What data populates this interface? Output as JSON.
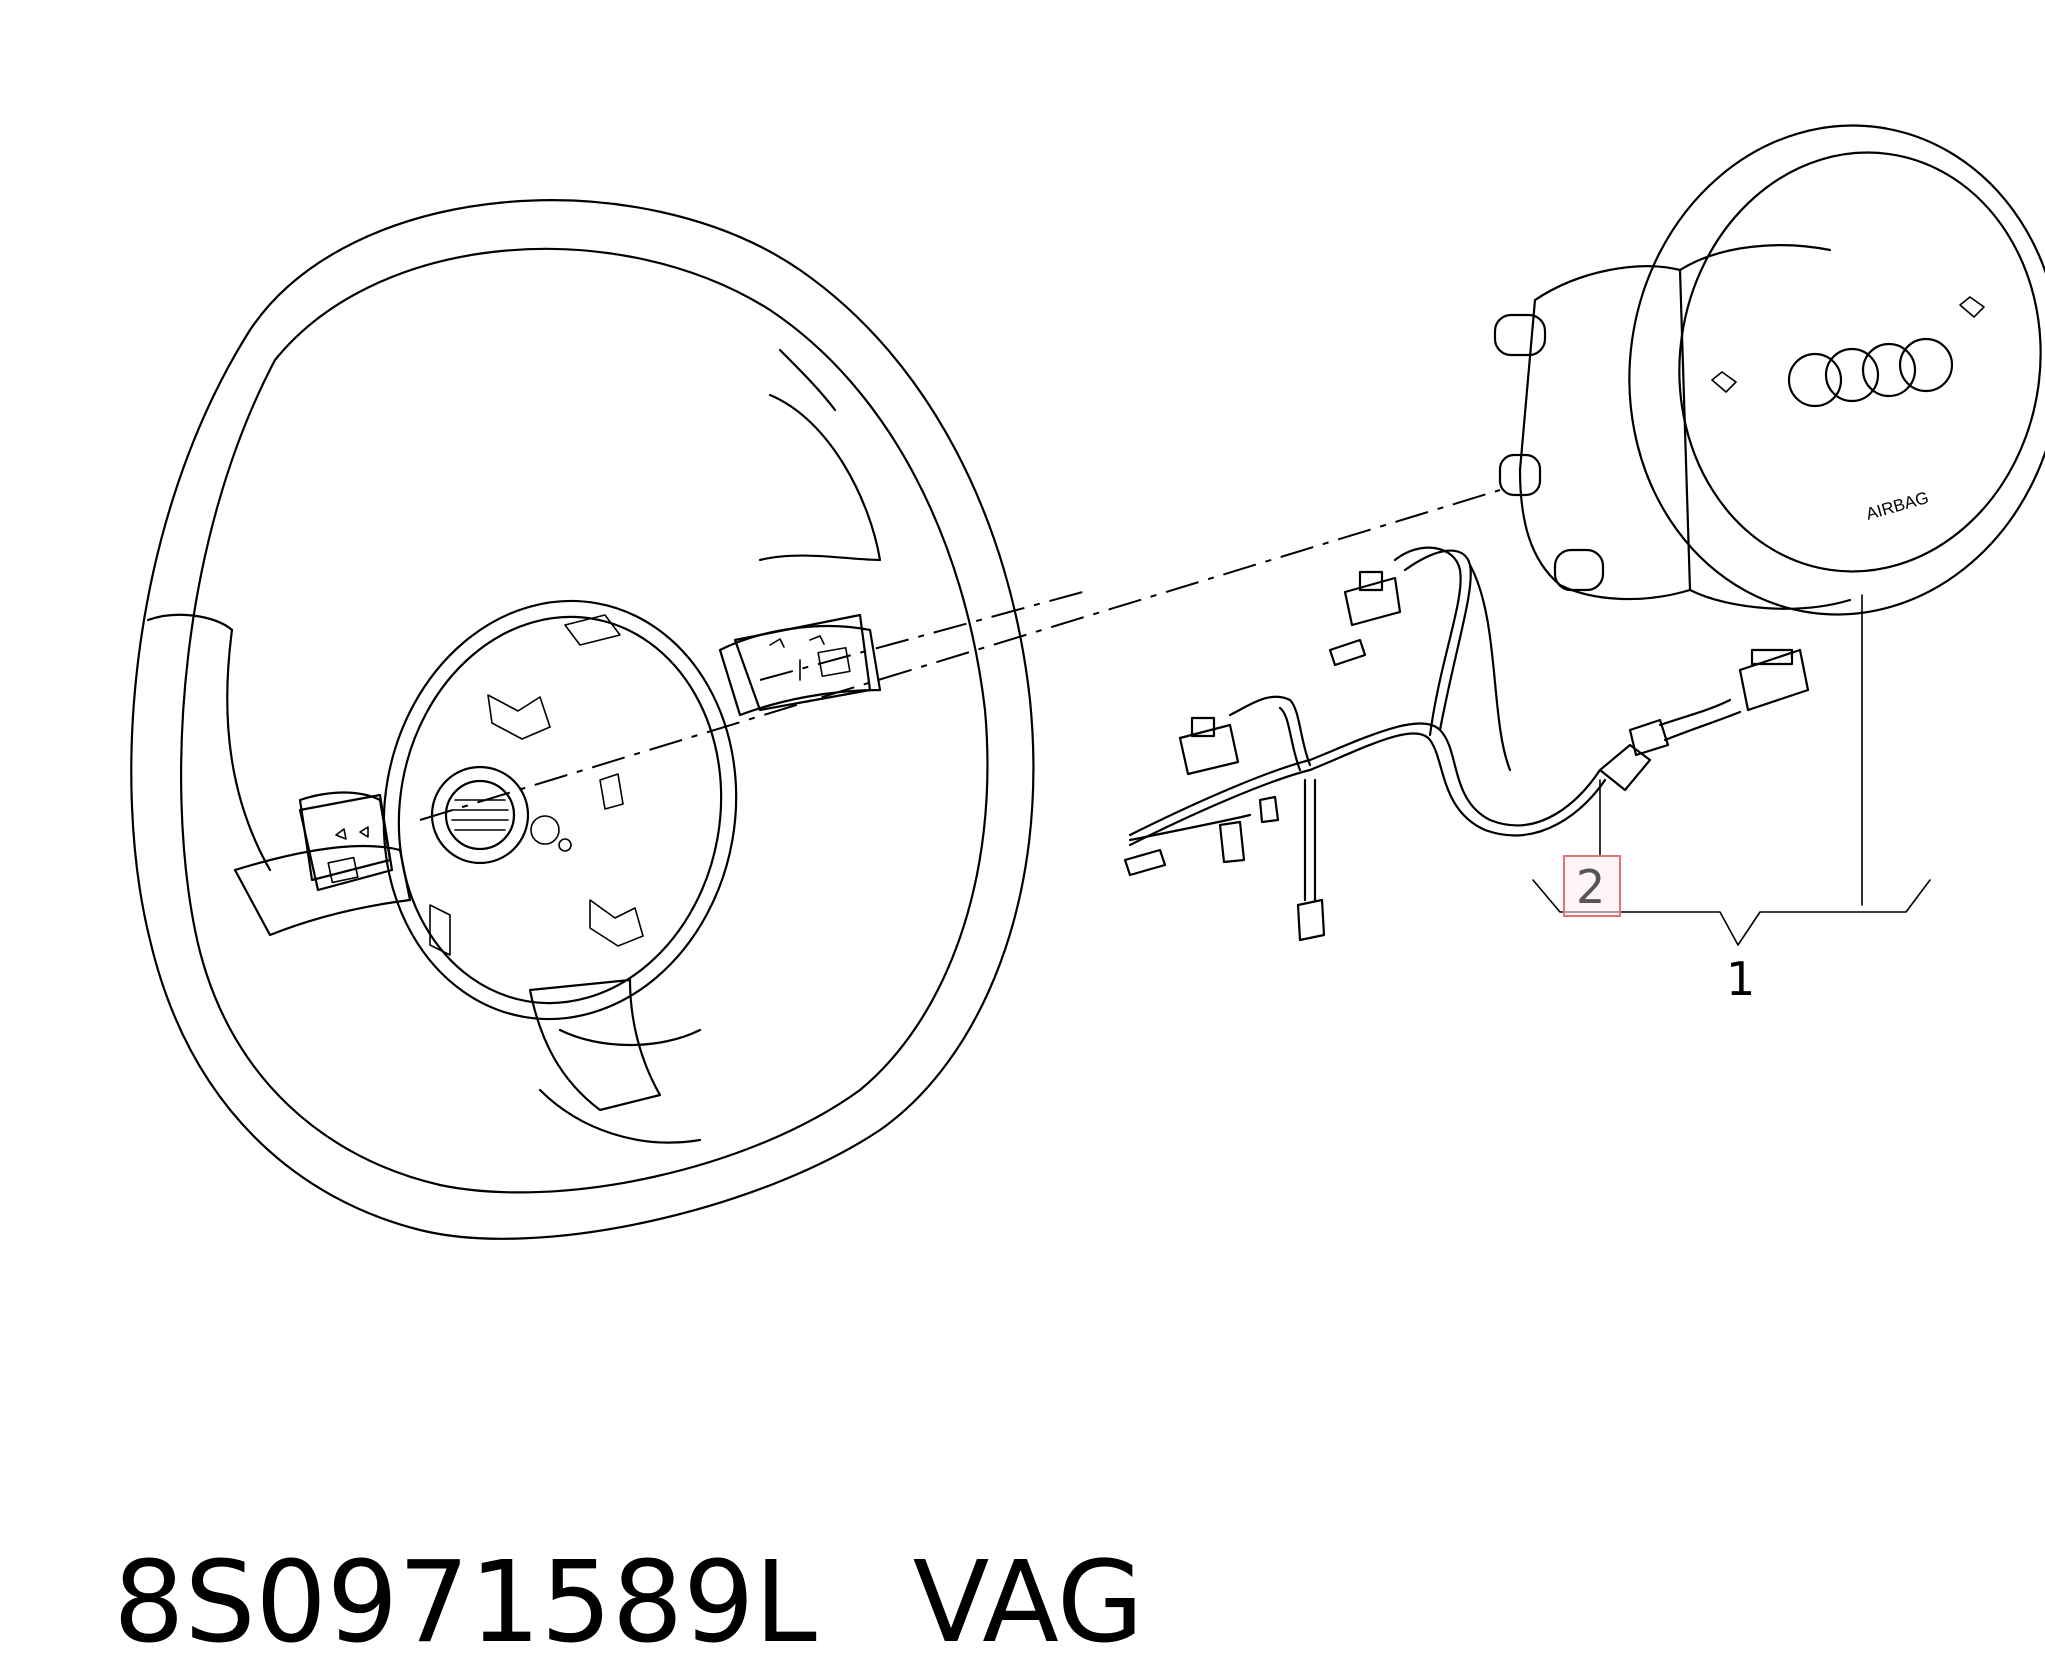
{
  "diagram": {
    "airbag_label": "AIRBAG",
    "callouts": [
      {
        "id": "1",
        "label": "1",
        "highlighted": false
      },
      {
        "id": "2",
        "label": "2",
        "highlighted": true
      }
    ],
    "highlight_color": "#e57373"
  },
  "caption": {
    "part_number": "8S0971589L",
    "brand": "VAG"
  }
}
